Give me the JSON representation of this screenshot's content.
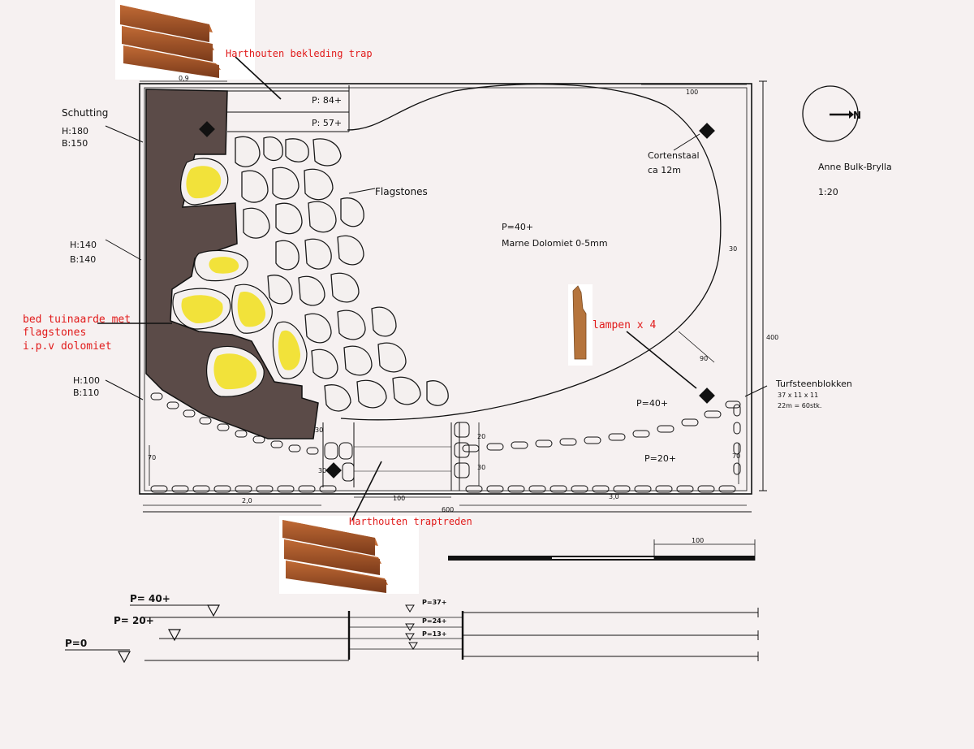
{
  "labels": {
    "cladding": "Harthouten bekleding trap",
    "treads": "Harthouten traptreden",
    "bed": [
      "bed tuinaarde  met",
      "flagstones",
      "i.p.v dolomiet"
    ],
    "lamps": "lampen x 4"
  },
  "hand": {
    "schutting": "Schutting",
    "h180": "H:180",
    "b150": "B:150",
    "h140": "H:140",
    "b140": "B:140",
    "h100": "H:100",
    "b110": "B:110",
    "flagstones": "Flagstones",
    "cortenstaal": "Cortenstaal",
    "ca12m": "ca 12m",
    "p40a": "P=40+",
    "dolomiet": "Marne Dolomiet 0-5mm",
    "p40b": "P=40+",
    "p20": "P=20+",
    "p84": "P: 84+",
    "p57": "P: 57+",
    "author": "Anne Bulk-Brylla",
    "scale": "1:20",
    "north": "N",
    "turf1": "Turfsteenblokken",
    "turf2": "37 x 11 x 11",
    "turf3": "22m = 60stk."
  },
  "dims": {
    "d09": "0,9",
    "d100top": "100",
    "d400": "400",
    "d600": "600",
    "d20": "2,0",
    "d30": "3,0",
    "d100bot": "100",
    "d70l": "70",
    "d70r": "70",
    "d30a": "30",
    "d30b": "30",
    "d20b": "20",
    "d30c": "30",
    "d90": "90",
    "d30side": "30"
  },
  "scalebar": {
    "label": "100"
  },
  "section": {
    "p40": "P= 40+",
    "p20": "P= 20+",
    "p0": "P=0",
    "s1": "P=37+",
    "s2": "P=24+",
    "s3": "P=13+"
  },
  "colors": {
    "background": "#f6f1f1",
    "bed": "#5b4b48",
    "stone_fill": "#f2e23a",
    "label_red": "#e11b1b",
    "wood": "#a0552a"
  }
}
